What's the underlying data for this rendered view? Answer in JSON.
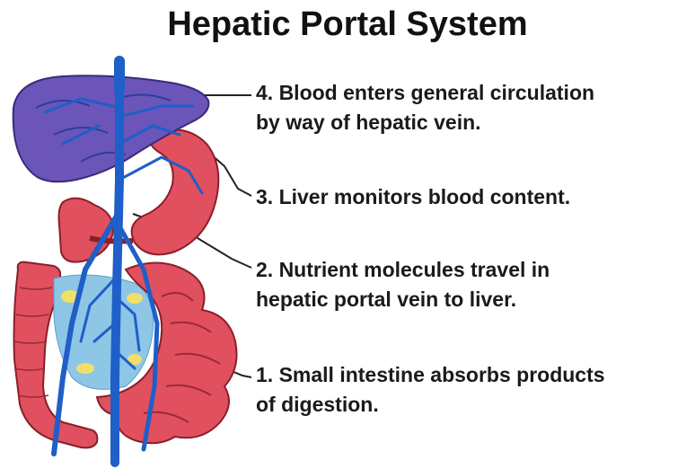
{
  "title": "Hepatic Portal System",
  "steps": [
    {
      "line1": "4. Blood enters general circulation",
      "line2": "by way of hepatic vein."
    },
    {
      "line1": "3. Liver monitors blood content.",
      "line2": ""
    },
    {
      "line1": "2. Nutrient molecules travel in",
      "line2": "hepatic portal vein to liver."
    },
    {
      "line1": "1. Small intestine absorbs products",
      "line2": "of digestion."
    }
  ],
  "colors": {
    "liver": "#6b55b8",
    "vein": "#1e5fc8",
    "intestine": "#e0505e",
    "mesentery": "#8ec6e6",
    "fat": "#f2df6a",
    "text": "#1a1a1a"
  },
  "icons": [
    "liver-illustration",
    "stomach-illustration",
    "intestine-illustration",
    "portal-vein-illustration"
  ]
}
